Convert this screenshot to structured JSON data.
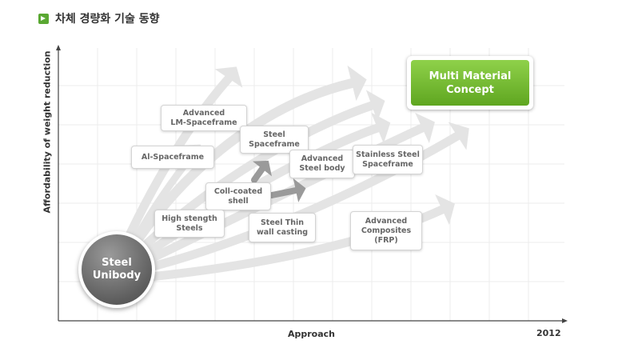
{
  "header": {
    "title": "차체 경량화 기술 동향",
    "icon": "green-arrow-square-icon"
  },
  "axes": {
    "ylabel": "Affordability of weight reduction",
    "xlabel": "Approach",
    "x_end_label": "2012"
  },
  "origin": {
    "label": "Steel\nUnibody"
  },
  "target": {
    "label": "Multi Material\nConcept",
    "color": "#6cb52b"
  },
  "technologies": [
    {
      "label": "Advanced\nLM-Spaceframe"
    },
    {
      "label": "Steel\nSpaceframe"
    },
    {
      "label": "Al-Spaceframe"
    },
    {
      "label": "Advanced\nSteel body"
    },
    {
      "label": "Stainless Steel\nSpaceframe"
    },
    {
      "label": "Coll-coated\nshell"
    },
    {
      "label": "High stength\nSteels"
    },
    {
      "label": "Steel Thin\nwall casting"
    },
    {
      "label": "Advanced\nComposites\n(FRP)"
    }
  ],
  "colors": {
    "arrow_light": "#e4e4e4",
    "arrow_dark": "#9a9a9a",
    "grid": "#ececec",
    "axis": "#444444"
  }
}
